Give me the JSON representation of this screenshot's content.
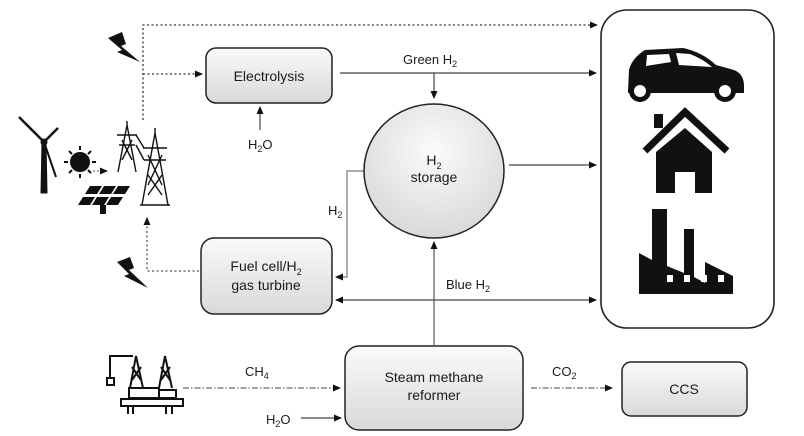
{
  "nodes": {
    "electrolysis": "Electrolysis",
    "storage_h": "H",
    "storage_sub": "2",
    "storage_word": "storage",
    "fuel_cell_line1_main": "Fuel cell/H",
    "fuel_cell_line1_sub": "2",
    "fuel_cell_line2": "gas turbine",
    "smr_line1": "Steam methane",
    "smr_line2": "reformer",
    "ccs": "CCS"
  },
  "flows": {
    "green_h2": {
      "main": "Green H",
      "sub": "2"
    },
    "blue_h2": {
      "main": "Blue H",
      "sub": "2"
    },
    "h2_storage_to_fuel": {
      "main": "H",
      "sub": "2"
    },
    "h2o_electrolysis": {
      "pre": "H",
      "sub": "2",
      "post": "O"
    },
    "h2o_smr": {
      "pre": "H",
      "sub": "2",
      "post": "O"
    },
    "ch4": {
      "main": "CH",
      "sub": "4"
    },
    "co2": {
      "main": "CO",
      "sub": "2"
    }
  },
  "sources": [
    "wind-turbine",
    "sun",
    "solar-panel",
    "power-pylons",
    "lightning-bolt",
    "offshore-oil-rig"
  ],
  "end_uses": [
    "car",
    "house",
    "factory"
  ]
}
